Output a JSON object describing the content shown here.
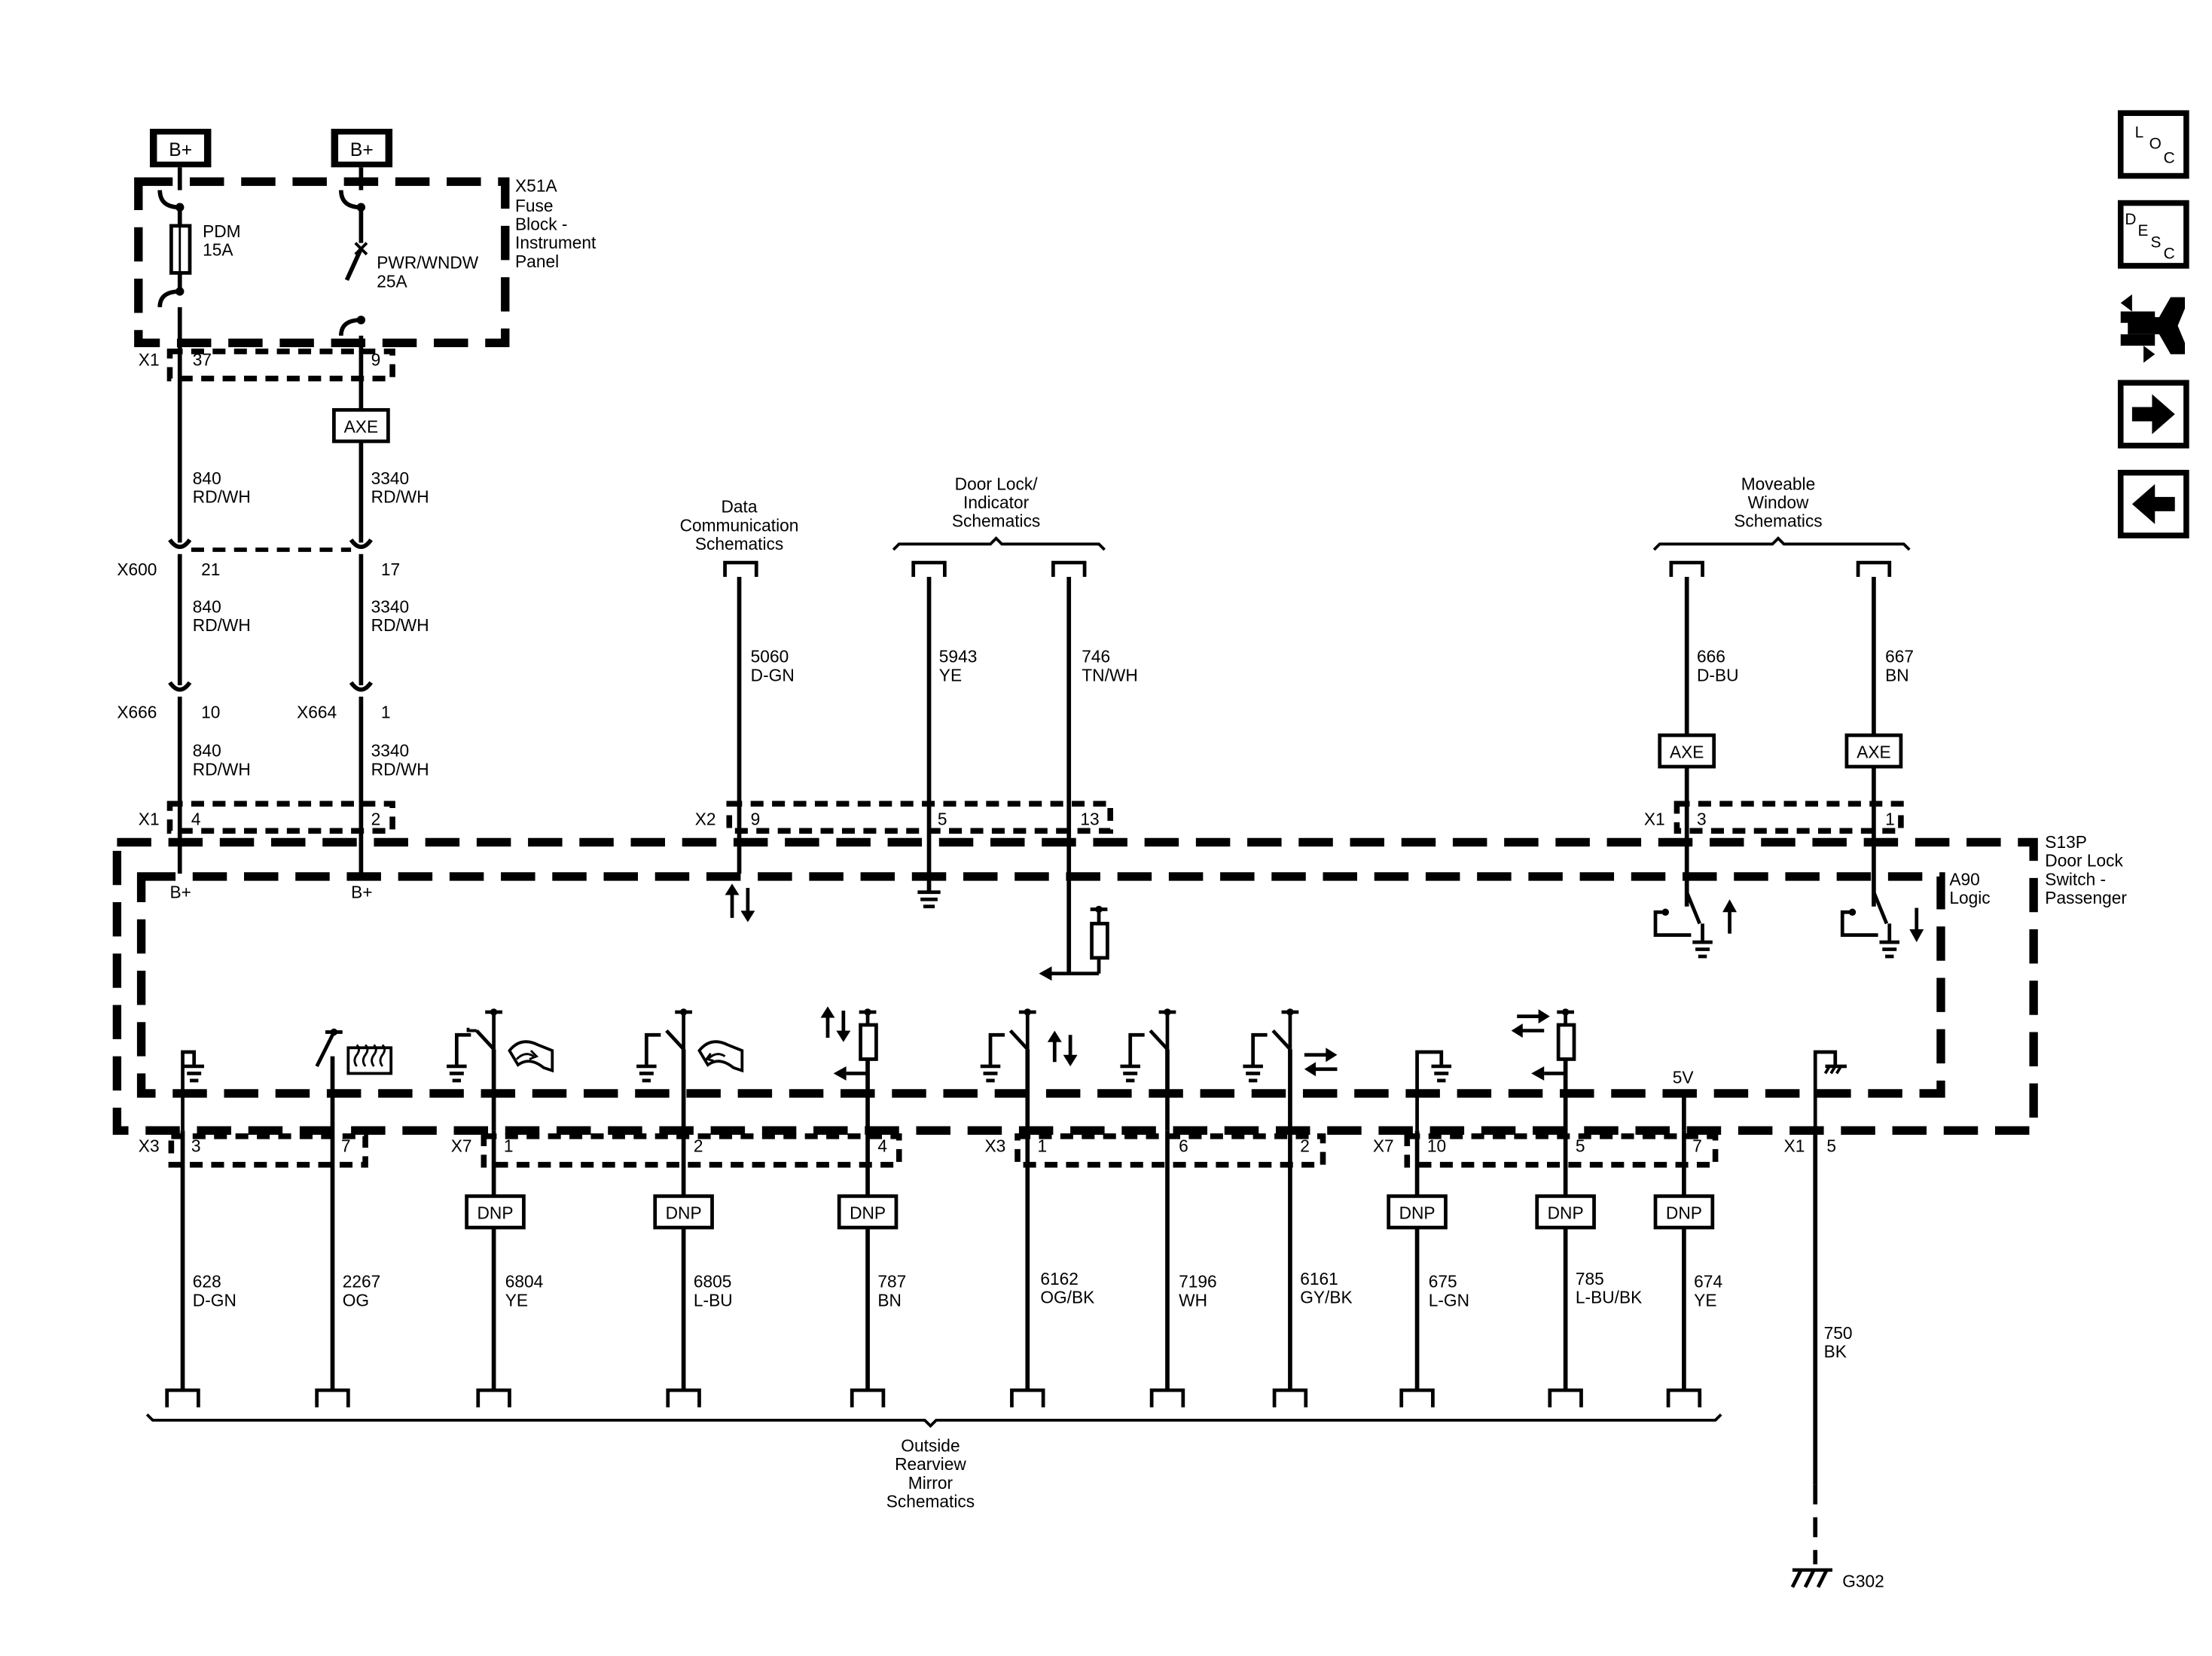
{
  "power": {
    "bplus_1": "B+",
    "bplus_2": "B+"
  },
  "fuse_block": {
    "id": "X51A",
    "name_lines": [
      "Fuse",
      "Block -",
      "Instrument",
      "Panel"
    ],
    "fuse": {
      "name": "PDM",
      "rating": "15A"
    },
    "breaker": {
      "name": "PWR/WNDW",
      "rating": "25A"
    }
  },
  "connectors": {
    "x1_top": {
      "id": "X1",
      "pin_a": "37",
      "pin_b": "9"
    },
    "x600": {
      "id": "X600",
      "pin_a": "21",
      "pin_b": "17"
    },
    "x666": {
      "id": "X666",
      "pin": "10"
    },
    "x664": {
      "id": "X664",
      "pin": "1"
    },
    "x1_left": {
      "id": "X1",
      "pin_a": "4",
      "pin_b": "2"
    },
    "x2": {
      "id": "X2",
      "pin_a": "9",
      "pin_b": "5",
      "pin_c": "13"
    },
    "x1_right": {
      "id": "X1",
      "pin_a": "3",
      "pin_b": "1"
    },
    "x3_a": {
      "id": "X3",
      "pin_a": "3",
      "pin_b": "7"
    },
    "x7_a": {
      "id": "X7",
      "pin_a": "1",
      "pin_b": "2",
      "pin_c": "4"
    },
    "x3_b": {
      "id": "X3",
      "pin_a": "1",
      "pin_b": "6",
      "pin_c": "2"
    },
    "x7_b": {
      "id": "X7",
      "pin_a": "10",
      "pin_b": "5",
      "pin_c": "7"
    },
    "x1_ground": {
      "id": "X1",
      "pin": "5"
    }
  },
  "axe_label": "AXE",
  "dnp_label": "DNP",
  "wires_top_left": [
    {
      "circuit": "840",
      "color": "RD/WH"
    },
    {
      "circuit": "3340",
      "color": "RD/WH"
    }
  ],
  "wires_upper": [
    {
      "circuit": "5060",
      "color": "D-GN"
    },
    {
      "circuit": "5943",
      "color": "YE"
    },
    {
      "circuit": "746",
      "color": "TN/WH"
    },
    {
      "circuit": "666",
      "color": "D-BU"
    },
    {
      "circuit": "667",
      "color": "BN"
    }
  ],
  "wires_lower": [
    {
      "circuit": "628",
      "color": "D-GN"
    },
    {
      "circuit": "2267",
      "color": "OG"
    },
    {
      "circuit": "6804",
      "color": "YE"
    },
    {
      "circuit": "6805",
      "color": "L-BU"
    },
    {
      "circuit": "787",
      "color": "BN"
    },
    {
      "circuit": "6162",
      "color": "OG/BK"
    },
    {
      "circuit": "7196",
      "color": "WH"
    },
    {
      "circuit": "6161",
      "color": "GY/BK"
    },
    {
      "circuit": "675",
      "color": "L-GN"
    },
    {
      "circuit": "785",
      "color": "L-BU/BK"
    },
    {
      "circuit": "674",
      "color": "YE"
    },
    {
      "circuit": "750",
      "color": "BK"
    }
  ],
  "schematic_refs": {
    "data_comm": [
      "Data",
      "Communication",
      "Schematics"
    ],
    "door_lock": [
      "Door Lock/",
      "Indicator",
      "Schematics"
    ],
    "window": [
      "Moveable",
      "Window",
      "Schematics"
    ],
    "mirror": [
      "Outside",
      "Rearview",
      "Mirror",
      "Schematics"
    ]
  },
  "module": {
    "id": "S13P",
    "name_lines": [
      "Door Lock",
      "Switch -",
      "Passenger"
    ],
    "logic_id": "A90",
    "logic_name": "Logic",
    "pin_bplus_1": "B+",
    "pin_bplus_2": "B+",
    "voltage": "5V"
  },
  "ground": {
    "id": "G302"
  },
  "nav": {
    "loc": [
      "L",
      "O",
      "C"
    ],
    "desc": [
      "D",
      "E",
      "S",
      "C"
    ],
    "connector_icon": "connector-end-view-icon",
    "next_icon": "arrow-right-icon",
    "prev_icon": "arrow-left-icon"
  }
}
